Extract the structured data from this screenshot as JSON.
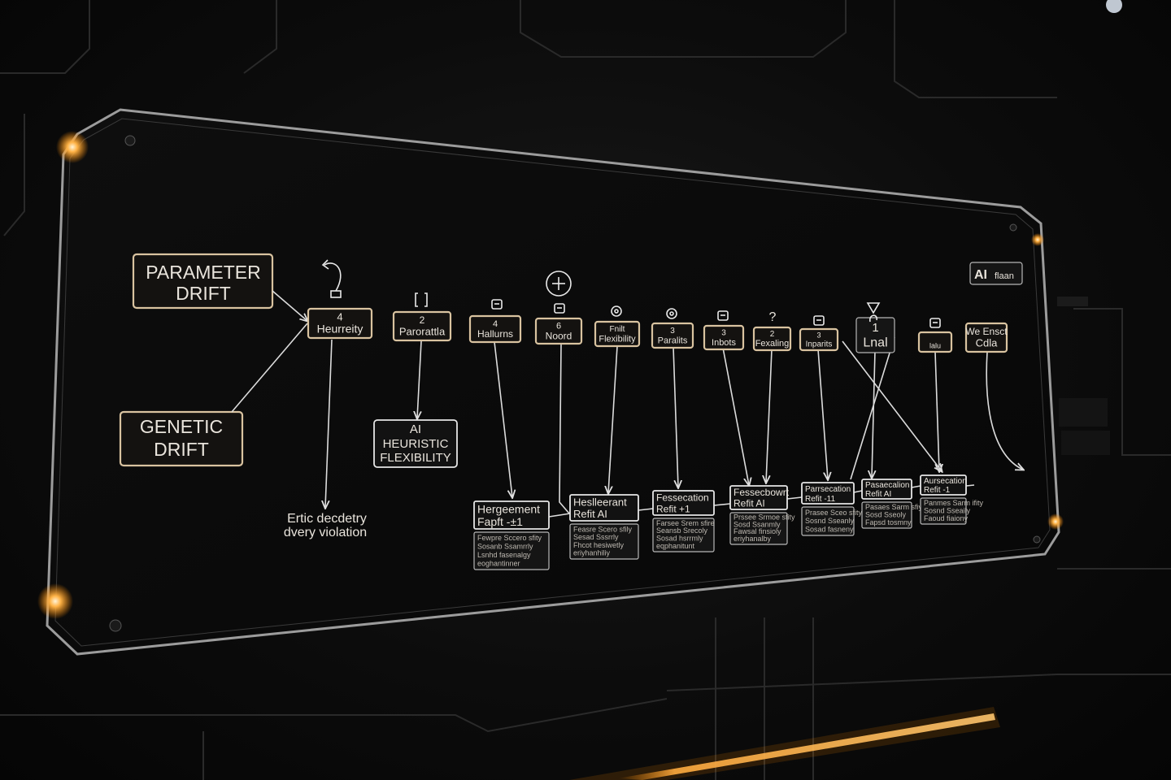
{
  "board": {
    "corner_badge": {
      "bold": "AI",
      "light": "flaan"
    }
  },
  "drift_nodes": {
    "parameter": [
      "PARAMETER",
      "DRIFT"
    ],
    "genetic": [
      "GENETIC",
      "DRIFT"
    ]
  },
  "top_nodes": [
    {
      "num": "4",
      "label": "Heurreity",
      "icon": "return-arrow-icon"
    },
    {
      "num": "2",
      "label": "Parorattla",
      "icon": "bracket-icon"
    },
    {
      "num": "4",
      "label": "Hallurns",
      "icon": "robot-icon"
    },
    {
      "num": "6",
      "label": "Noord",
      "icon": "wrench-icon"
    },
    {
      "num": "Fnilt",
      "label": "Flexibility",
      "icon": "brain-icon"
    },
    {
      "num": "3",
      "label": "Paralits",
      "icon": "gear-icon"
    },
    {
      "num": "3",
      "label": "Inbots",
      "icon": "document-icon"
    },
    {
      "num": "2",
      "label": "Fexaling",
      "icon": "question-icon"
    },
    {
      "num": "3",
      "label": "Inparits",
      "icon": "chip-icon"
    },
    {
      "num": "1",
      "label": "Lnal",
      "icon": "shield-icon"
    },
    {
      "num": "",
      "label": "lalu",
      "icon": "lock-icon"
    },
    {
      "num": "We Ensct",
      "label": "Cdla",
      "icon": ""
    }
  ],
  "ai_flex": [
    "AI",
    "HEURISTIC",
    "FLEXIBILITY"
  ],
  "violation_label": [
    "Ertic decdetry",
    "dvery violation"
  ],
  "bottom_nodes": [
    {
      "title": [
        "Hergeement",
        "Fapft  -±1"
      ],
      "notes": [
        "Fewpre Sccero sfity",
        "Sosanb Ssamrrly",
        "Lsnhd fasenalgy",
        "eoghantinner"
      ]
    },
    {
      "title": [
        "Heslleerant",
        "Refit AI"
      ],
      "notes": [
        "Feasre Scero sfily",
        "Sesad Sssrrly",
        "Fhcot hesiwetly",
        "eriyhanhiliy"
      ]
    },
    {
      "title": [
        "Fessecation",
        "Refit  +1"
      ],
      "notes": [
        "Farsee Srem sfire",
        "Seansb Srecoly",
        "Sosad hsrrmly",
        "eqphanitunt"
      ]
    },
    {
      "title": [
        "Fessecbowrt",
        "Refit AI"
      ],
      "notes": [
        "Prssee Srmoe sfity",
        "Sosd Ssanmly",
        "Fawsal finsioly",
        "eriyhanalby"
      ]
    },
    {
      "title": [
        "Parrsecation",
        "Refit  -11"
      ],
      "notes": [
        "Prasee Sceo sfity",
        "Sosnd Sseanly",
        "Sosad fasneny"
      ]
    },
    {
      "title": [
        "Pasaecalion",
        "Refit AI"
      ],
      "notes": [
        "Pasaes Sarm sfiy",
        "Sosd Sseoly",
        "Fapsd tosmny"
      ]
    },
    {
      "title": [
        "Aursecation",
        "Refit  -1"
      ],
      "notes": [
        "Panmes Sarm ifity",
        "Sosnd Sseaily",
        "Faoud fiaiony"
      ]
    }
  ]
}
